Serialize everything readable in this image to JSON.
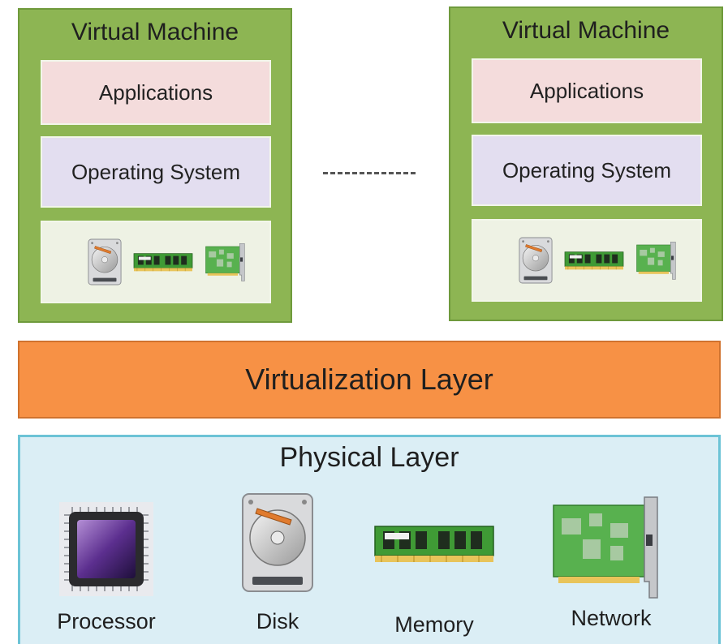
{
  "virtual_machines": [
    {
      "title": "Virtual Machine",
      "applications": "Applications",
      "operating_system": "Operating System",
      "hardware_icons": [
        "disk-icon",
        "memory-icon",
        "network-card-icon"
      ]
    },
    {
      "title": "Virtual Machine",
      "applications": "Applications",
      "operating_system": "Operating System",
      "hardware_icons": [
        "disk-icon",
        "memory-icon",
        "network-card-icon"
      ]
    }
  ],
  "virtualization_layer": {
    "label": "Virtualization Layer"
  },
  "physical_layer": {
    "title": "Physical Layer",
    "components": [
      {
        "label": "Processor",
        "icon": "processor-icon"
      },
      {
        "label": "Disk",
        "icon": "disk-icon"
      },
      {
        "label": "Memory",
        "icon": "memory-icon"
      },
      {
        "label": "Network",
        "icon": "network-card-icon"
      }
    ]
  },
  "colors": {
    "vm_green": "#8db553",
    "applications_pink": "#f4dcdc",
    "os_lavender": "#e3def0",
    "virtualization_orange": "#f79145",
    "physical_blue": "#dbeef5"
  }
}
